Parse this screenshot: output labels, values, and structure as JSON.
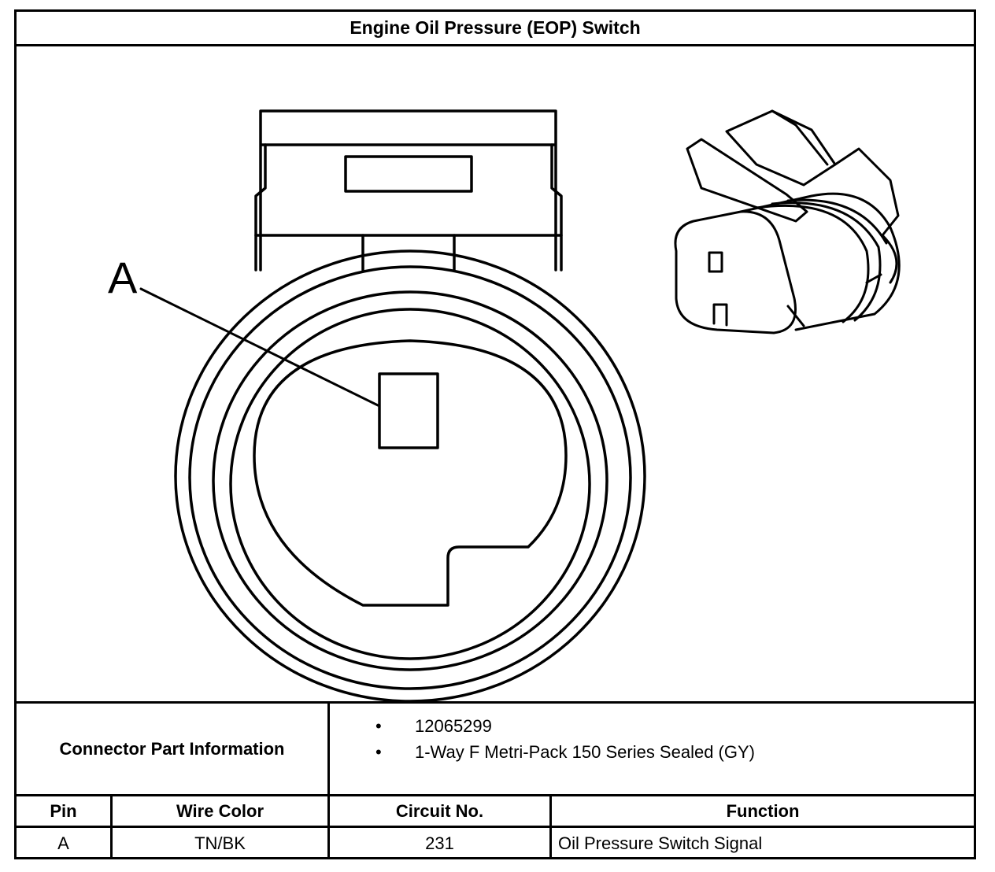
{
  "title": "Engine Oil Pressure (EOP) Switch",
  "drawing": {
    "callout_label": "A"
  },
  "connector_part_info": {
    "label": "Connector Part Information",
    "items": [
      "12065299",
      "1-Way F Metri-Pack 150 Series Sealed (GY)"
    ],
    "bullet": "•"
  },
  "pin_table": {
    "headers": [
      "Pin",
      "Wire Color",
      "Circuit No.",
      "Function"
    ],
    "rows": [
      {
        "pin": "A",
        "wire_color": "TN/BK",
        "circuit": "231",
        "function": "Oil Pressure Switch Signal"
      }
    ]
  }
}
